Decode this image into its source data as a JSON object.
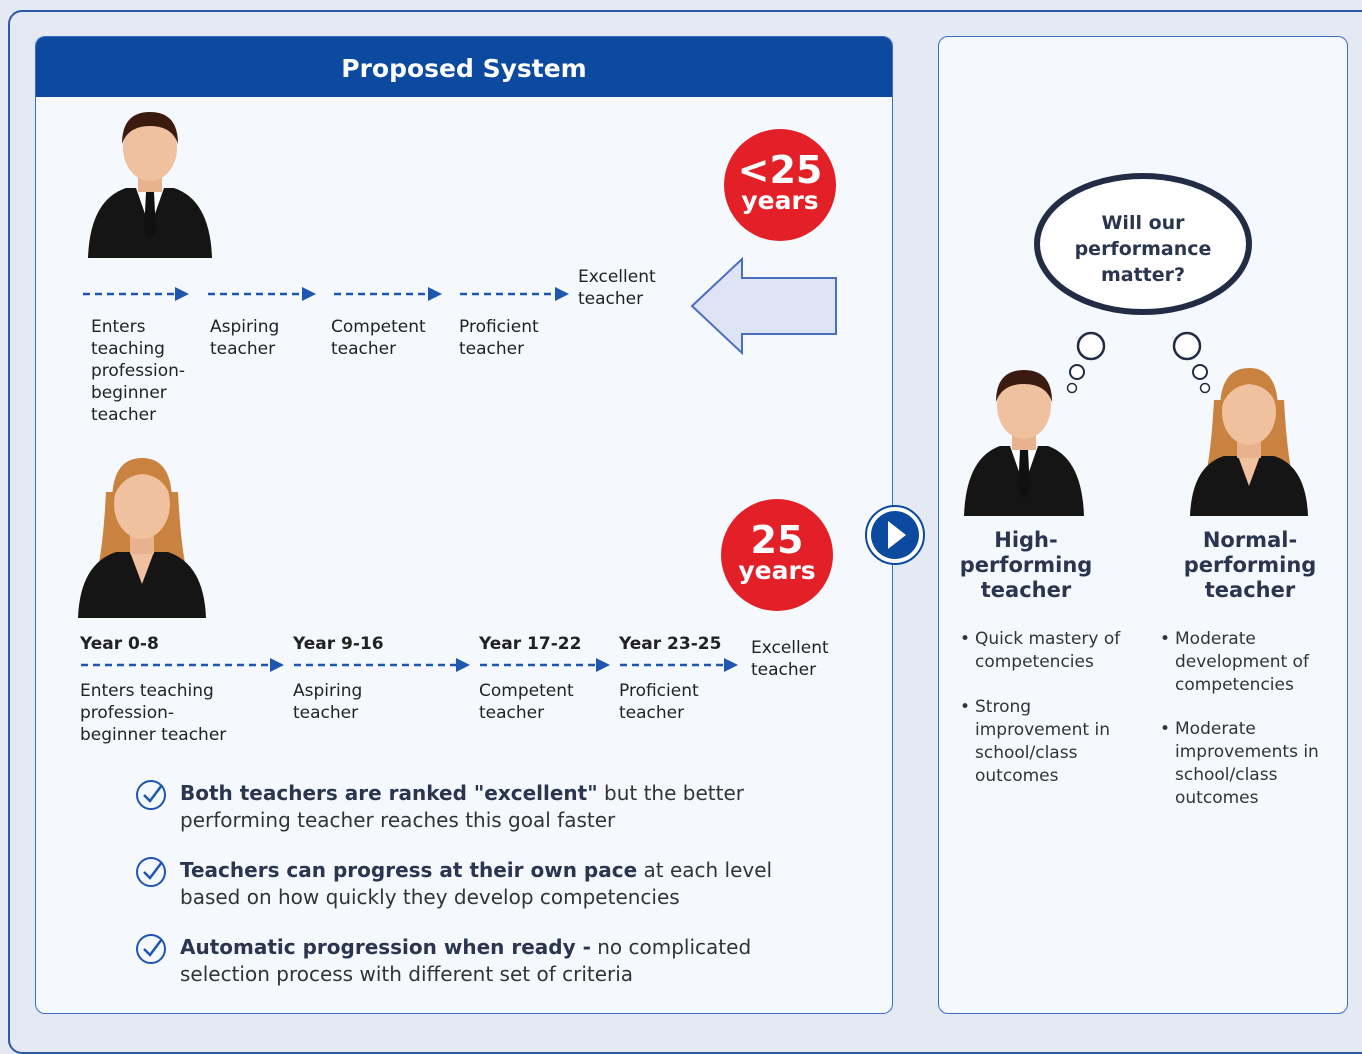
{
  "header": {
    "title": "Proposed System"
  },
  "top_track": {
    "badge_top": "<25",
    "badge_bottom": "years",
    "end_label": "Excellent teacher",
    "stages": [
      "Enters teaching profession- beginner teacher",
      "Aspiring teacher",
      "Competent teacher",
      "Proficient teacher"
    ]
  },
  "bottom_track": {
    "badge_top": "25",
    "badge_bottom": "years",
    "end_label": "Excellent teacher",
    "years": [
      "Year 0-8",
      "Year 9-16",
      "Year 17-22",
      "Year 23-25"
    ],
    "stages": [
      "Enters teaching profession- beginner teacher",
      "Aspiring teacher",
      "Competent teacher",
      "Proficient teacher"
    ]
  },
  "checks": [
    {
      "bold": "Both teachers are ranked \"excellent\"",
      "rest": " but the better performing teacher reaches this goal faster"
    },
    {
      "bold": "Teachers can progress at their own pace",
      "rest": " at each level based on how quickly they develop competencies"
    },
    {
      "bold": "Automatic progression when ready -",
      "rest": " no complicated selection process with different set of criteria"
    }
  ],
  "right": {
    "bubble": "Will our performance matter?",
    "high_caption": "High-performing teacher",
    "normal_caption": "Normal-performing teacher",
    "high_bullets": [
      "Quick mastery of competencies",
      "Strong improvement in school/class outcomes"
    ],
    "normal_bullets": [
      "Moderate development of competencies",
      "Moderate improvements in school/class outcomes"
    ]
  },
  "colors": {
    "header": "#0b4a9e",
    "badge": "#e32028",
    "arrow_line": "#1f56b0"
  },
  "icons": [
    "male-teacher-icon",
    "female-teacher-icon",
    "left-arrow-icon",
    "play-circle-icon",
    "check-circle-icon",
    "thought-bubble-icon"
  ]
}
